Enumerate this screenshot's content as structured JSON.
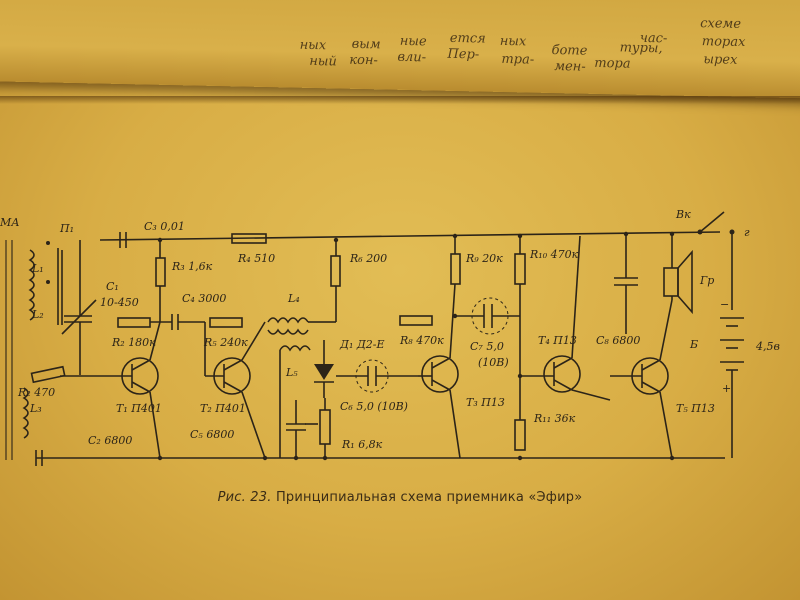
{
  "previous_page_text": [
    "схеме",
    "торах",
    "ырех",
    "час-",
    "туры,",
    "тора",
    "боте",
    "мен-",
    "ных",
    "тра-",
    "ется",
    "Пер-",
    "ные",
    "вли-",
    "вым",
    "кон-",
    "ных",
    "ный"
  ],
  "schematic": {
    "labels": {
      "ma": "МА",
      "p1": "П₁",
      "l1": "L₁",
      "l2": "L₂",
      "l3": "L₃",
      "r2_top": "R₂ 470",
      "c2": "C₂ 6800",
      "c3": "C₃ 0,01",
      "c1": "C₁",
      "c1_val": "10-450",
      "r3": "R₃ 1,6к",
      "r4": "R₄ 510",
      "c4": "C₄ 3000",
      "r2": "R₂ 180к",
      "r5": "R₅ 240к",
      "t1": "Т₁ П401",
      "t2": "Т₂ П401",
      "l4": "L₄",
      "l5": "L₅",
      "c5": "C₅ 6800",
      "r6": "R₆ 200",
      "d": "Д₁ Д2-Е",
      "c6": "C₆ 5,0 (10В)",
      "r1": "R₁ 6,8к",
      "r9": "R₉ 20к",
      "r8": "R₈ 470к",
      "c7": "C₇ 5,0",
      "c7_volt": "(10В)",
      "t3": "Т₃ П13",
      "r10": "R₁₀ 470к",
      "t4": "Т₄ П13",
      "r11": "R₁₁ 36к",
      "c8": "C₈ 6800",
      "t5": "Т₅ П13",
      "vk": "Вк",
      "gr": "Гр",
      "b": "Б",
      "v": "4,5в",
      "plus": "+",
      "minus": "−",
      "z": "г"
    }
  },
  "caption": {
    "number": "Рис. 23.",
    "text": "Принципиальная схема приемника «Эфир»"
  }
}
